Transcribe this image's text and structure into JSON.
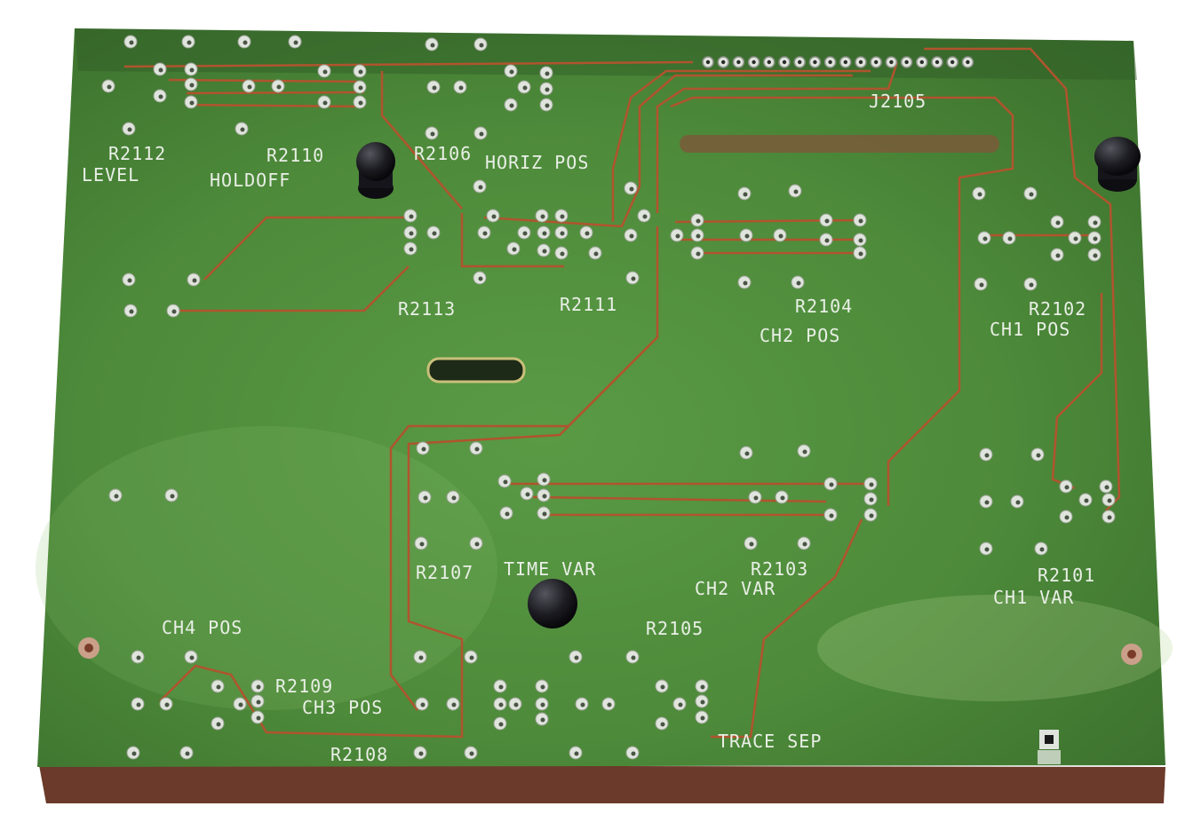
{
  "photo": {
    "subject": "printed circuit board, solder side",
    "colors": {
      "board_green": "#4d8a3a",
      "board_dark": "#2f5b25",
      "edge_red": "#6b3a2a",
      "trace_copper": "#b0542e",
      "pad_silver": "#dfe4dc",
      "knob_black": "#121218",
      "silkscreen": "#e9efe6"
    }
  },
  "silkscreen": {
    "connector": "J2105",
    "r2112": "R2112",
    "level": "LEVEL",
    "r2110": "R2110",
    "holdoff": "HOLDOFF",
    "r2106": "R2106",
    "horiz_pos": "HORIZ POS",
    "r2113": "R2113",
    "r2111": "R2111",
    "r2104": "R2104",
    "ch2_pos": "CH2 POS",
    "r2102": "R2102",
    "ch1_pos": "CH1 POS",
    "r2107": "R2107",
    "time_var": "TIME VAR",
    "r2103": "R2103",
    "ch2_var": "CH2 VAR",
    "r2101": "R2101",
    "ch1_var": "CH1 VAR",
    "r2105": "R2105",
    "ch4_pos": "CH4 POS",
    "r2109": "R2109",
    "ch3_pos": "CH3 POS",
    "r2108": "R2108",
    "trace_sep": "TRACE SEP"
  }
}
